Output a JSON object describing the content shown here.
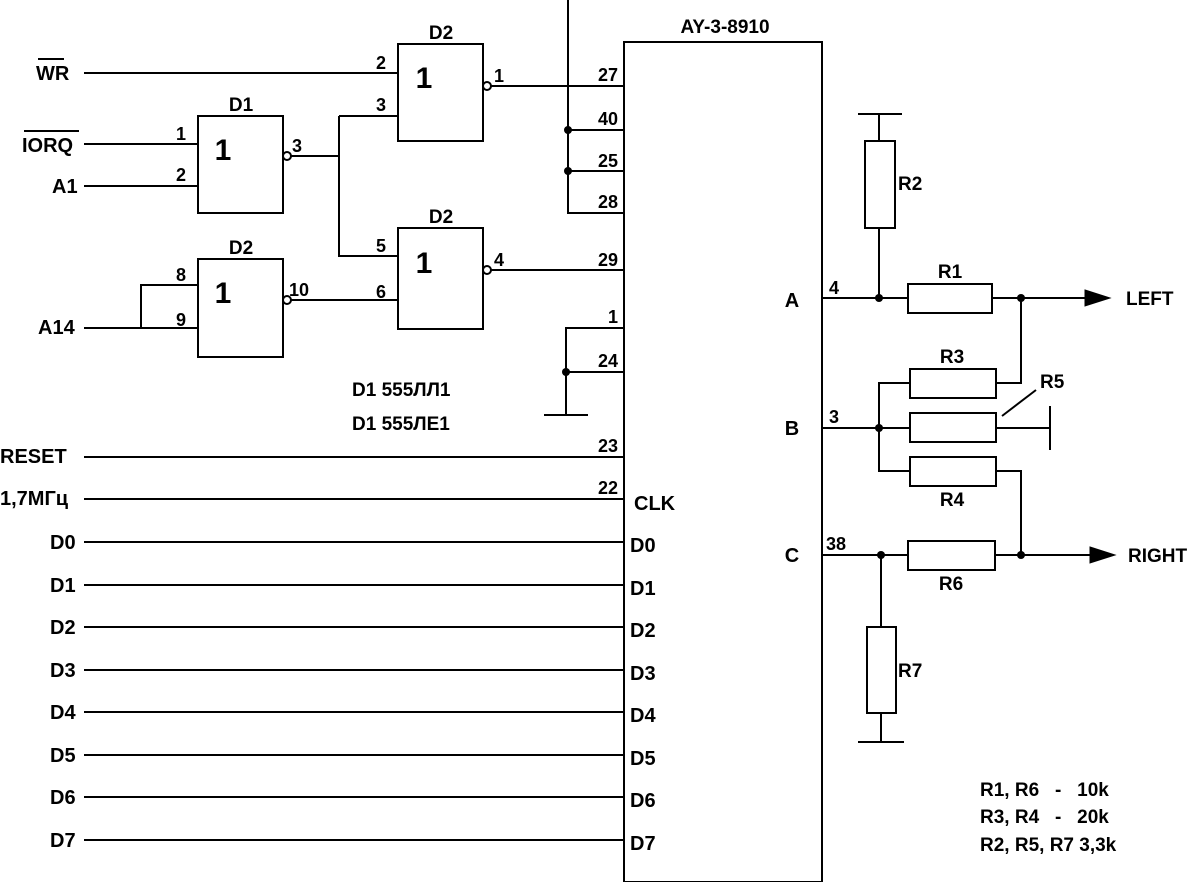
{
  "chip": {
    "title": "AY-3-8910",
    "clk_label": "CLK",
    "pins": {
      "bdir": "27",
      "vcc": "40",
      "a8": "25",
      "bc2": "28",
      "bc1": "29",
      "gnd1": "1",
      "gnd2": "24",
      "reset": "23",
      "clk": "22"
    },
    "outputs": [
      {
        "label": "A",
        "pin": "4"
      },
      {
        "label": "B",
        "pin": "3"
      },
      {
        "label": "C",
        "pin": "38"
      }
    ],
    "data_pin_labels": [
      "D0",
      "D1",
      "D2",
      "D3",
      "D4",
      "D5",
      "D6",
      "D7"
    ]
  },
  "gates": [
    {
      "ref": "D1",
      "symbol": "1",
      "pins": [
        "1",
        "2",
        "3"
      ]
    },
    {
      "ref": "D2",
      "symbol": "1",
      "pins": [
        "2",
        "3",
        "1"
      ]
    },
    {
      "ref": "D2",
      "symbol": "1",
      "pins": [
        "5",
        "6",
        "4"
      ]
    },
    {
      "ref": "D2",
      "symbol": "1",
      "pins": [
        "8",
        "9",
        "10"
      ]
    }
  ],
  "inputs": {
    "wr": "WR",
    "iorq": "IORQ",
    "a1": "A1",
    "a14": "A14",
    "reset": "RESET",
    "clock": "1,7МГц",
    "data": [
      "D0",
      "D1",
      "D2",
      "D3",
      "D4",
      "D5",
      "D6",
      "D7"
    ]
  },
  "notes": {
    "ic_1": "D1 555ЛЛ1",
    "ic_2": "D1 555ЛЕ1"
  },
  "resistors": {
    "r1": "R1",
    "r2": "R2",
    "r3": "R3",
    "r4": "R4",
    "r5": "R5",
    "r6": "R6",
    "r7": "R7"
  },
  "outputs": {
    "left": "LEFT",
    "right": "RIGHT"
  },
  "legend": [
    "R1, R6   -   10k",
    "R3, R4   -   20k",
    "R2, R5, R7 3,3k"
  ]
}
